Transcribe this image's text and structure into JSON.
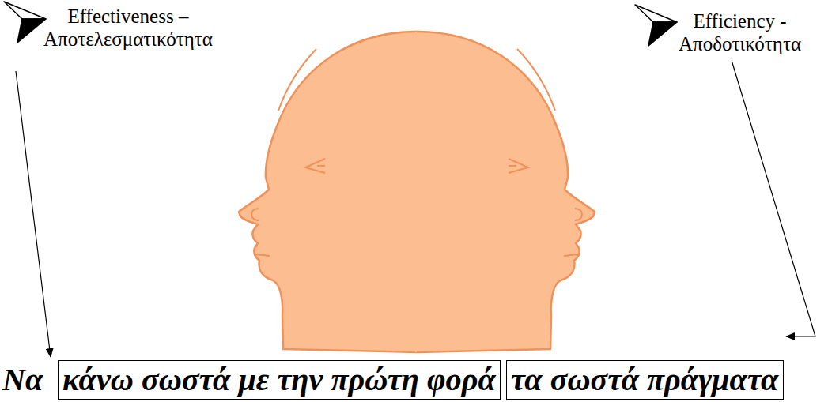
{
  "diagram": {
    "nodes": [
      {
        "text": [
          "κάνω σωστά με την πρώτη φορά"
        ]
      },
      {
        "text": [
          "τα σωστά πράγματα"
        ]
      }
    ],
    "labels": [
      "Effectiveness – Αποτελεσματικότητα",
      "Efficiency - Αποδοτικότητα",
      "Να"
    ]
  }
}
